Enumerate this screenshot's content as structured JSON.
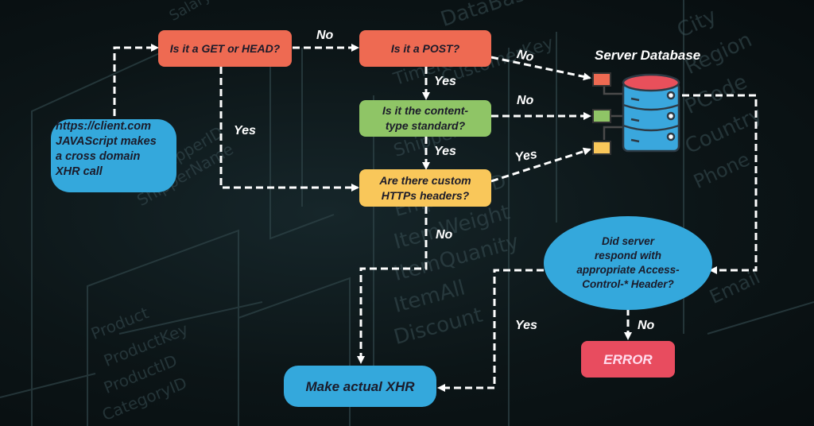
{
  "diagram": {
    "start": "https://client.com JAVAScript makes a cross domain XHR call",
    "start_lines": [
      "https://client.com",
      "JAVAScript makes",
      "a cross domain",
      "XHR call"
    ],
    "q_get_head": "Is it a GET or HEAD?",
    "q_post": "Is it a POST?",
    "q_content_type": [
      "Is it the content-",
      "type standard?"
    ],
    "q_custom_headers": [
      "Are there custom",
      "HTTPs headers?"
    ],
    "q_server_response": [
      "Did server",
      "respond with",
      "appropriate Access-",
      "Control-* Header?"
    ],
    "make_xhr": "Make actual XHR",
    "error": "ERROR",
    "server_db_title": "Server Database",
    "edges": {
      "get_no": "No",
      "get_yes": "Yes",
      "post_no": "No",
      "post_yes": "Yes",
      "content_no": "No",
      "content_yes": "Yes",
      "headers_yes": "Yes",
      "headers_no": "No",
      "response_yes": "Yes",
      "response_no": "No"
    },
    "colors": {
      "red": "#ee6a52",
      "green": "#8fc566",
      "yellow": "#f9c75a",
      "blue": "#34a8dc",
      "error": "#e84c5f",
      "db_top": "#e8505b"
    }
  },
  "background_words": [
    "DataBase",
    "TimeKey",
    "CustomerKey",
    "ShipperKey",
    "ShipperID",
    "ShipperName",
    "EmployeeID",
    "ItemWeight",
    "ItemQuanity",
    "ItemAll",
    "Discount",
    "Product",
    "ProductKey",
    "ProductID",
    "CategoryID",
    "City",
    "Region",
    "PCode",
    "Country",
    "Phone",
    "Email",
    "Salary"
  ]
}
